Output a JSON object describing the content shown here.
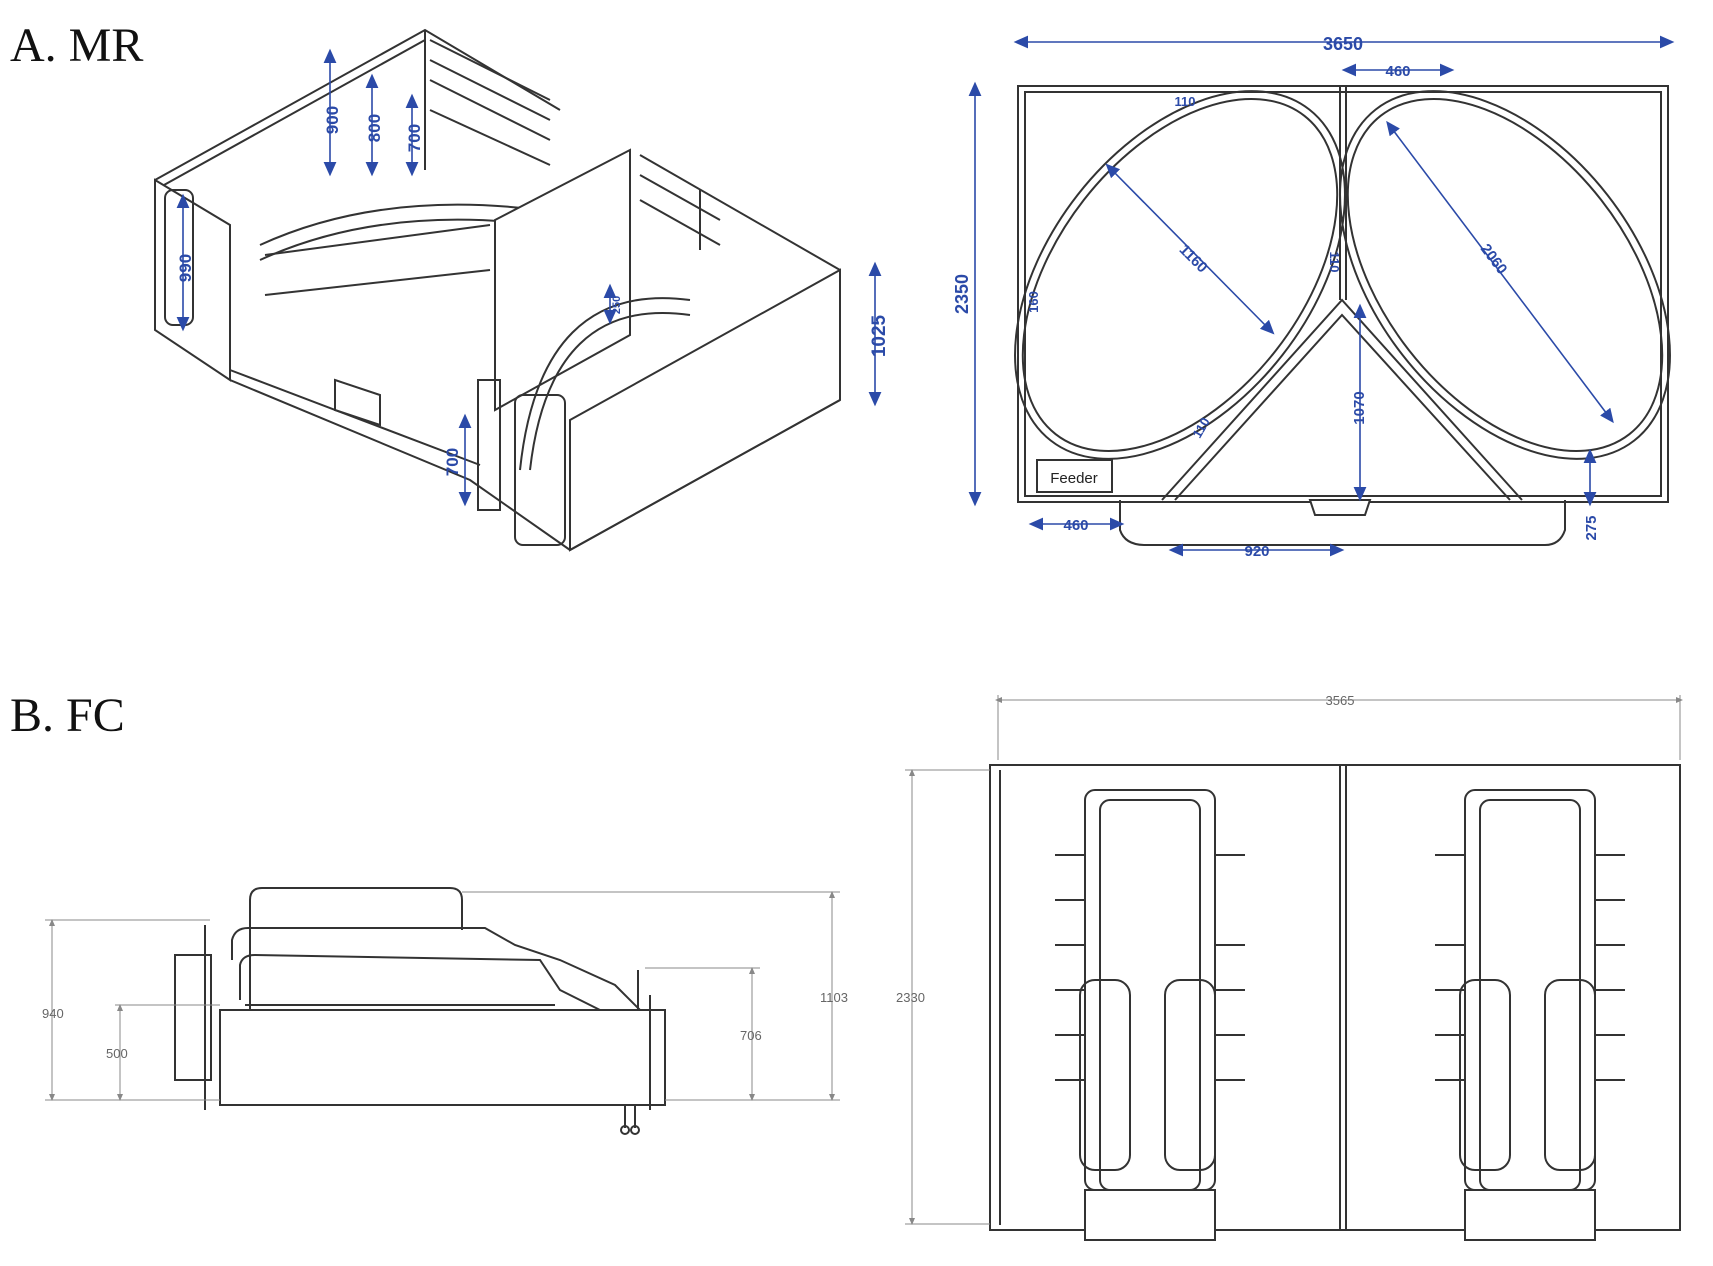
{
  "panels": {
    "a_label": "A. MR",
    "b_label": "B. FC"
  },
  "mr_iso": {
    "dims": [
      "900",
      "800",
      "700",
      "990",
      "250",
      "1025",
      "700"
    ]
  },
  "mr_plan": {
    "overall_width": "3650",
    "overall_depth": "2350",
    "top_gap": "460",
    "clearance_top": "110",
    "clearance_mid": "110",
    "clearance_diag": "110",
    "side_gap": "160",
    "left_oval": "1160",
    "right_oval": "2060",
    "center_depth": "1070",
    "feeder_label": "Feeder",
    "bottom_left": "460",
    "bottom_mid": "920",
    "bottom_right": "275"
  },
  "fc_side": {
    "h1": "940",
    "h2": "500",
    "h3": "706",
    "h4": "1103"
  },
  "fc_plan": {
    "width": "3565",
    "depth": "2330"
  },
  "colors": {
    "blue_dimension": "#2b4aa8",
    "line": "#333333",
    "grey_dimension": "#666666"
  }
}
